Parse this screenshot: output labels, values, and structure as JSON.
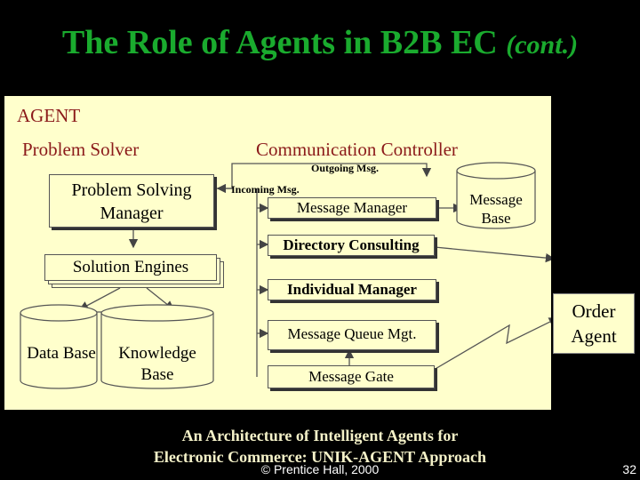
{
  "slide": {
    "title": "The Role of Agents in B2B EC",
    "title_suffix": "(cont.)",
    "caption_line1": "An Architecture of Intelligent Agents for",
    "caption_line2": "Electronic Commerce: UNIK-AGENT Approach",
    "copyright": "© Prentice Hall, 2000",
    "page_number": "32"
  },
  "diagram": {
    "agent_label": "AGENT",
    "problem_solver_label": "Problem Solver",
    "problem_solving_manager": "Problem Solving Manager",
    "solution_engines": "Solution Engines",
    "data_base": "Data Base",
    "knowledge_base": "Knowledge Base",
    "communication_controller_label": "Communication Controller",
    "outgoing_msg": "Outgoing Msg.",
    "incoming_msg": "Incoming Msg.",
    "message_manager": "Message Manager",
    "message_base": "Message Base",
    "directory_consulting": "Directory Consulting",
    "directory": "Directory",
    "individual_manager": "Individual Manager",
    "order_agent": "Order Agent",
    "message_queue_mgt": "Message Queue Mgt.",
    "message_gate": "Message Gate"
  },
  "colors": {
    "title": "#1aab2e",
    "panel": "#ffffcc",
    "section_label": "#8b1a1a",
    "caption": "#f4f1c8"
  }
}
